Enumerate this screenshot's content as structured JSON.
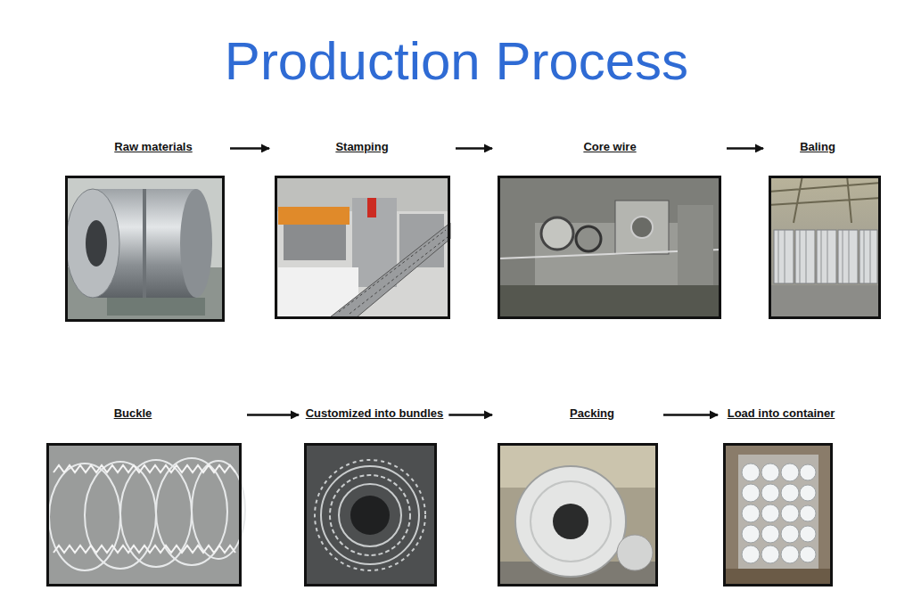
{
  "diagram": {
    "title": "Production Process",
    "nodes": [
      {
        "text": [
          "Raw materials"
        ]
      },
      {
        "text": [
          "Stamping"
        ]
      },
      {
        "text": [
          "Core wire"
        ]
      },
      {
        "text": [
          "Baling"
        ]
      },
      {
        "text": [
          "Buckle"
        ]
      },
      {
        "text": [
          "Customized into bundles"
        ]
      },
      {
        "text": [
          "Packing"
        ]
      },
      {
        "text": [
          "Load into container"
        ]
      }
    ],
    "edges": [
      {
        "from": 0,
        "to": 1,
        "arrow": "to"
      },
      {
        "from": 1,
        "to": 2,
        "arrow": "to"
      },
      {
        "from": 2,
        "to": 3,
        "arrow": "to"
      },
      {
        "from": 4,
        "to": 5,
        "arrow": "to"
      },
      {
        "from": 5,
        "to": 6,
        "arrow": "to"
      },
      {
        "from": 6,
        "to": 7,
        "arrow": "to"
      }
    ]
  }
}
